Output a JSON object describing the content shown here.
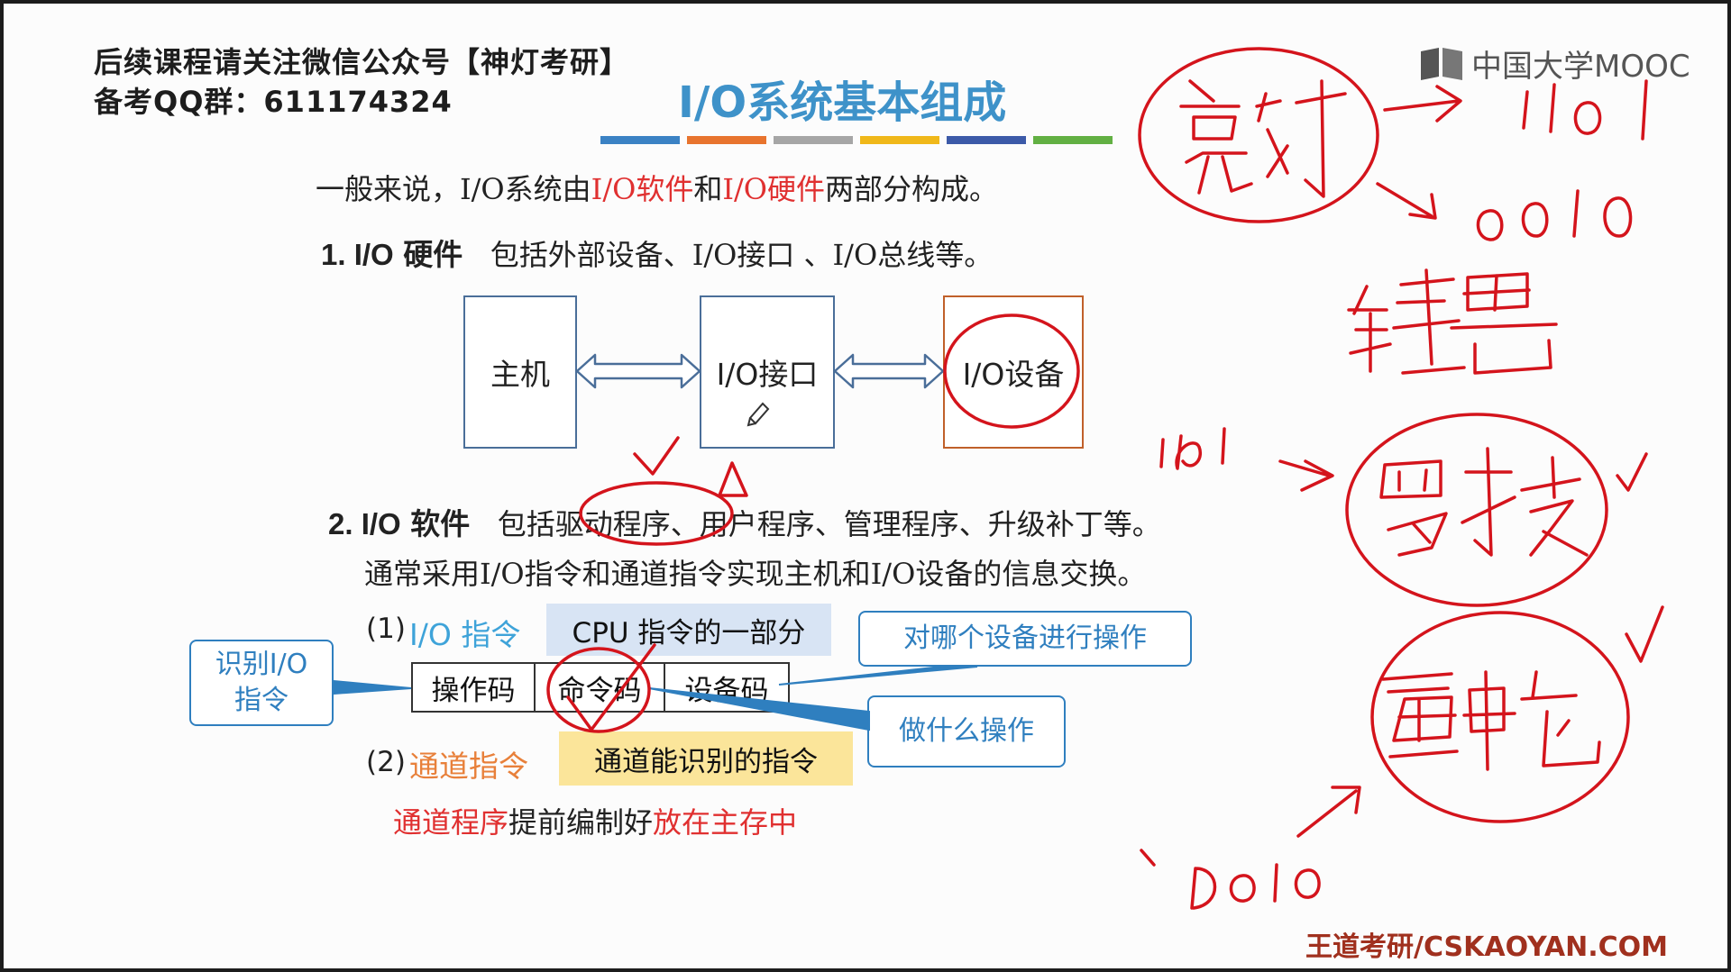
{
  "notice": {
    "line1": "后续课程请关注微信公众号【神灯考研】",
    "line2": "备考QQ群：611174324"
  },
  "watermark": {
    "logo_text": "中国大学MOOC",
    "footer": "王道考研/CSKAOYAN.COM"
  },
  "slide": {
    "title": "I/O系统基本组成",
    "title_bar_colors": [
      "#3b82c4",
      "#e8742e",
      "#a6a6a6",
      "#f0b81a",
      "#3c5aa8",
      "#62b043"
    ],
    "intro": {
      "part1": "一般来说，I/O系统由",
      "software": "I/O软件",
      "part2": "和",
      "hardware": "I/O硬件",
      "part3": "两部分构成。"
    },
    "hardware_section": {
      "heading": "1. I/O",
      "heading_word": "硬件",
      "desc": "包括外部设备、I/O接口 、I/O总线等。",
      "diagram": {
        "host": "主机",
        "interface": "I/O接口",
        "device": "I/O设备"
      }
    },
    "software_section": {
      "heading": "2. I/O",
      "heading_word": "软件",
      "desc_a": "包括驱动程序、用户程序、管理程序、升级补丁等。",
      "desc_b": "通常采用I/O指令和通道指令实现主机和I/O设备的信息交换。"
    },
    "io_instruction": {
      "num": "(1)",
      "label": "I/O 指令",
      "note": "CPU 指令的一部分",
      "fields": [
        "操作码",
        "命令码",
        "设备码"
      ],
      "callout_identify": "识别I/O\n指令",
      "callout_device": "对哪个设备进行操作",
      "callout_operation": "做什么操作"
    },
    "channel_instruction": {
      "num": "(2)",
      "label": "通道指令",
      "note": "通道能识别的指令",
      "program_a": "通道程序",
      "program_b": "提前编制好",
      "program_c": "放在主存中"
    }
  },
  "handwriting": {
    "note_1101_top": "1101",
    "note_0010_top": "0010",
    "note_1101_mid": "1101",
    "note_0010_bottom": "0010"
  }
}
